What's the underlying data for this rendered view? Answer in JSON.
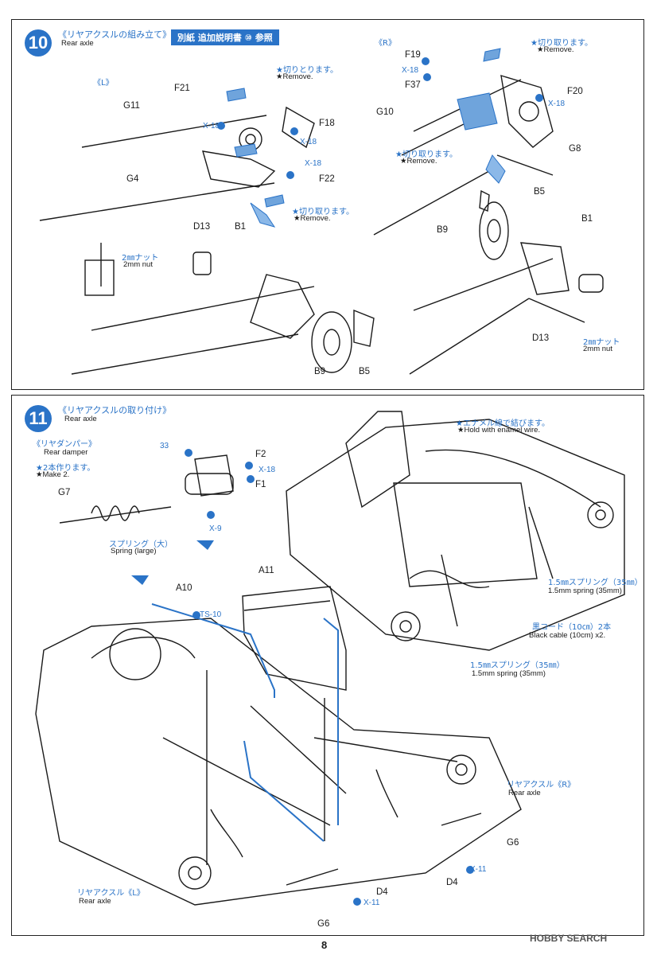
{
  "page_number": "8",
  "watermark": "HOBBY SEARCH",
  "step10": {
    "number": "10",
    "title_jp": "《リヤアクスルの組み立て》",
    "title_en": "Rear axle",
    "reference": "別紙 追加説明書 ⑩ 参照",
    "left_label": "《L》",
    "right_label": "《R》",
    "remove_jp": "★切りとります。",
    "remove_en": "★Remove.",
    "remove_jp2": "★切り取ります。",
    "nut_jp": "2㎜ナット",
    "nut_en": "2mm nut",
    "parts_left": [
      "F21",
      "G11",
      "X-18",
      "F18",
      "X-18",
      "X-18",
      "G4",
      "F22",
      "D13",
      "B1",
      "B9",
      "B5"
    ],
    "parts_right": [
      "F19",
      "X-18",
      "F37",
      "F20",
      "X-18",
      "G10",
      "G8",
      "B5",
      "B1",
      "B9",
      "D13"
    ]
  },
  "step11": {
    "number": "11",
    "title_jp": "《リヤアクスルの取り付け》",
    "title_en": "Rear axle",
    "damper_jp": "《リヤダンパー》",
    "damper_en": "Rear damper",
    "make2_jp": "★2本作ります。",
    "make2_en": "★Make 2.",
    "spring_jp": "スプリング（大）",
    "spring_en": "Spring (large)",
    "wire_jp": "★エナメル線で結びます。",
    "wire_en": "★Hold with enamel wire.",
    "spring15_jp": "1.5㎜スプリング（35㎜）",
    "spring15_en": "1.5mm spring (35mm)",
    "cable_jp": "黒コード（10㎝）2本",
    "cable_en": "Black cable (10cm) x2.",
    "axle_r_jp": "リヤアクスル《R》",
    "axle_r_en": "Rear axle",
    "axle_l_jp": "リヤアクスル《L》",
    "axle_l_en": "Rear axle",
    "parts": [
      "33",
      "F2",
      "X-18",
      "F1",
      "X-9",
      "G7",
      "A11",
      "A10",
      "TS-10",
      "G6",
      "D4",
      "X-11",
      "D4",
      "X-11",
      "G6"
    ]
  },
  "colors": {
    "accent": "#2a73c7",
    "line": "#1a1a1a"
  }
}
